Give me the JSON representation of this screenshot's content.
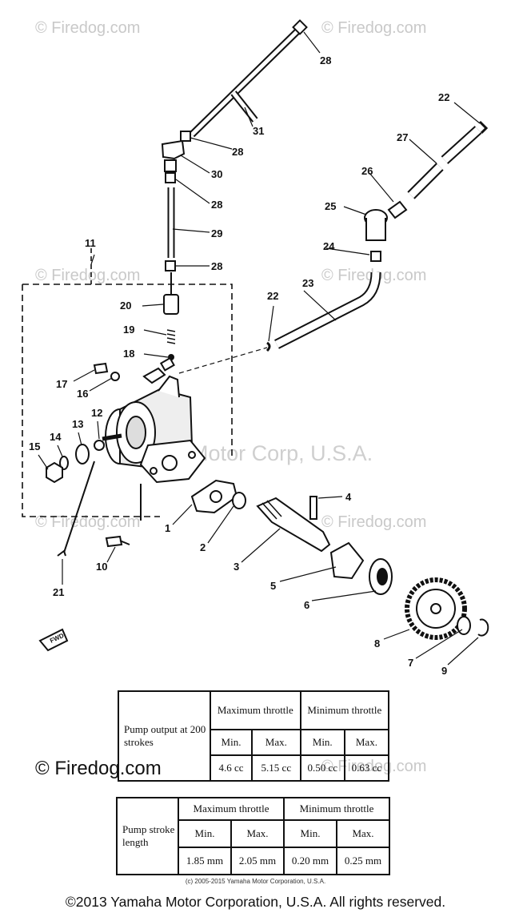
{
  "watermark": {
    "text": "© Firedog.com",
    "large_text": "© Firedog.com",
    "motor_text": "Yamaha Motor Corp, U.S.A."
  },
  "diagram": {
    "callouts": [
      "1",
      "2",
      "3",
      "4",
      "5",
      "6",
      "7",
      "8",
      "9",
      "10",
      "11",
      "12",
      "13",
      "14",
      "15",
      "16",
      "17",
      "18",
      "19",
      "20",
      "21",
      "22",
      "22",
      "23",
      "24",
      "25",
      "26",
      "27",
      "28",
      "28",
      "28",
      "28",
      "29",
      "30",
      "31"
    ],
    "fwd_label": "FWD"
  },
  "table1": {
    "row_label": "Pump output at 200 strokes",
    "group_max": "Maximum throttle",
    "group_min": "Minimum throttle",
    "min_label": "Min.",
    "max_label": "Max.",
    "values": [
      "4.6 cc",
      "5.15 cc",
      "0.50 cc",
      "0.63 cc"
    ]
  },
  "table2": {
    "row_label": "Pump stroke length",
    "group_max": "Maximum throttle",
    "group_min": "Minimum throttle",
    "min_label": "Min.",
    "max_label": "Max.",
    "values": [
      "1.85 mm",
      "2.05 mm",
      "0.20 mm",
      "0.25 mm"
    ]
  },
  "small_copyright": "(c) 2005-2015 Yamaha Motor Corporation, U.S.A.",
  "footer_copyright": "©2013 Yamaha Motor Corporation, U.S.A. All rights reserved."
}
